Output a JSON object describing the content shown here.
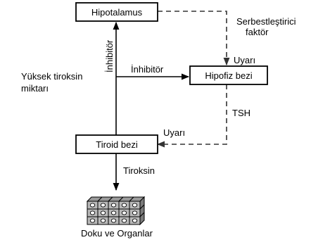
{
  "nodes": {
    "hypothalamus": "Hipotalamus",
    "pituitary": "Hipofiz bezi",
    "thyroid": "Tiroid bezi",
    "tissues": "Doku ve Organlar"
  },
  "edges": {
    "releasing_factor": [
      "Serbestleştirici",
      "faktör"
    ],
    "stimulus_pituitary": "Uyarı",
    "tsh": "TSH",
    "stimulus_thyroid": "Uyarı",
    "thyroxine": "Tiroksin",
    "inhibitor_hypothalamus": "İnhibitör",
    "inhibitor_pituitary": "İnhibitör"
  },
  "side_note": [
    "Yüksek tiroksin",
    "miktarı"
  ],
  "colors": {
    "line": "#000000",
    "dashed_line": "#333333",
    "box_fill": "#ffffff",
    "tissue_fill": "#b8b8b8"
  }
}
